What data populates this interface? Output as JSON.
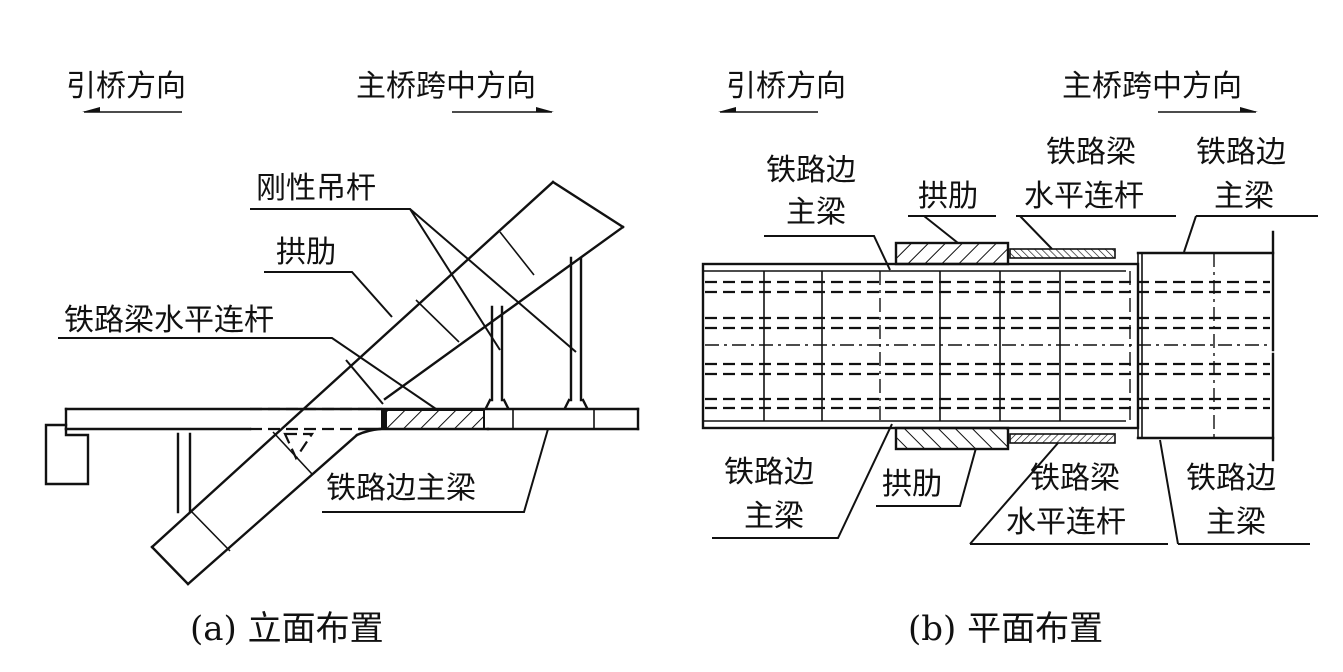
{
  "panel_a": {
    "caption": "(a) 立面布置",
    "direction_left": "引桥方向",
    "direction_right": "主桥跨中方向",
    "labels": {
      "rigid_hanger": "刚性吊杆",
      "arch_rib": "拱肋",
      "horizontal_link": "铁路梁水平连杆",
      "edge_girder": "铁路边主梁"
    }
  },
  "panel_b": {
    "caption": "(b) 平面布置",
    "direction_left": "引桥方向",
    "direction_right": "主桥跨中方向",
    "labels": {
      "edge_girder_top_l1": "铁路边",
      "edge_girder_top_l2": "主梁",
      "arch_rib_top": "拱肋",
      "link_top_l1": "铁路梁",
      "link_top_l2": "水平连杆",
      "edge_girder_top_right_l1": "铁路边",
      "edge_girder_top_right_l2": "主梁",
      "edge_girder_bot_l1": "铁路边",
      "edge_girder_bot_l2": "主梁",
      "arch_rib_bot": "拱肋",
      "link_bot_l1": "铁路梁",
      "link_bot_l2": "水平连杆",
      "edge_girder_bot_right_l1": "铁路边",
      "edge_girder_bot_right_l2": "主梁"
    }
  },
  "colors": {
    "ink": "#111111",
    "paper": "#ffffff"
  }
}
